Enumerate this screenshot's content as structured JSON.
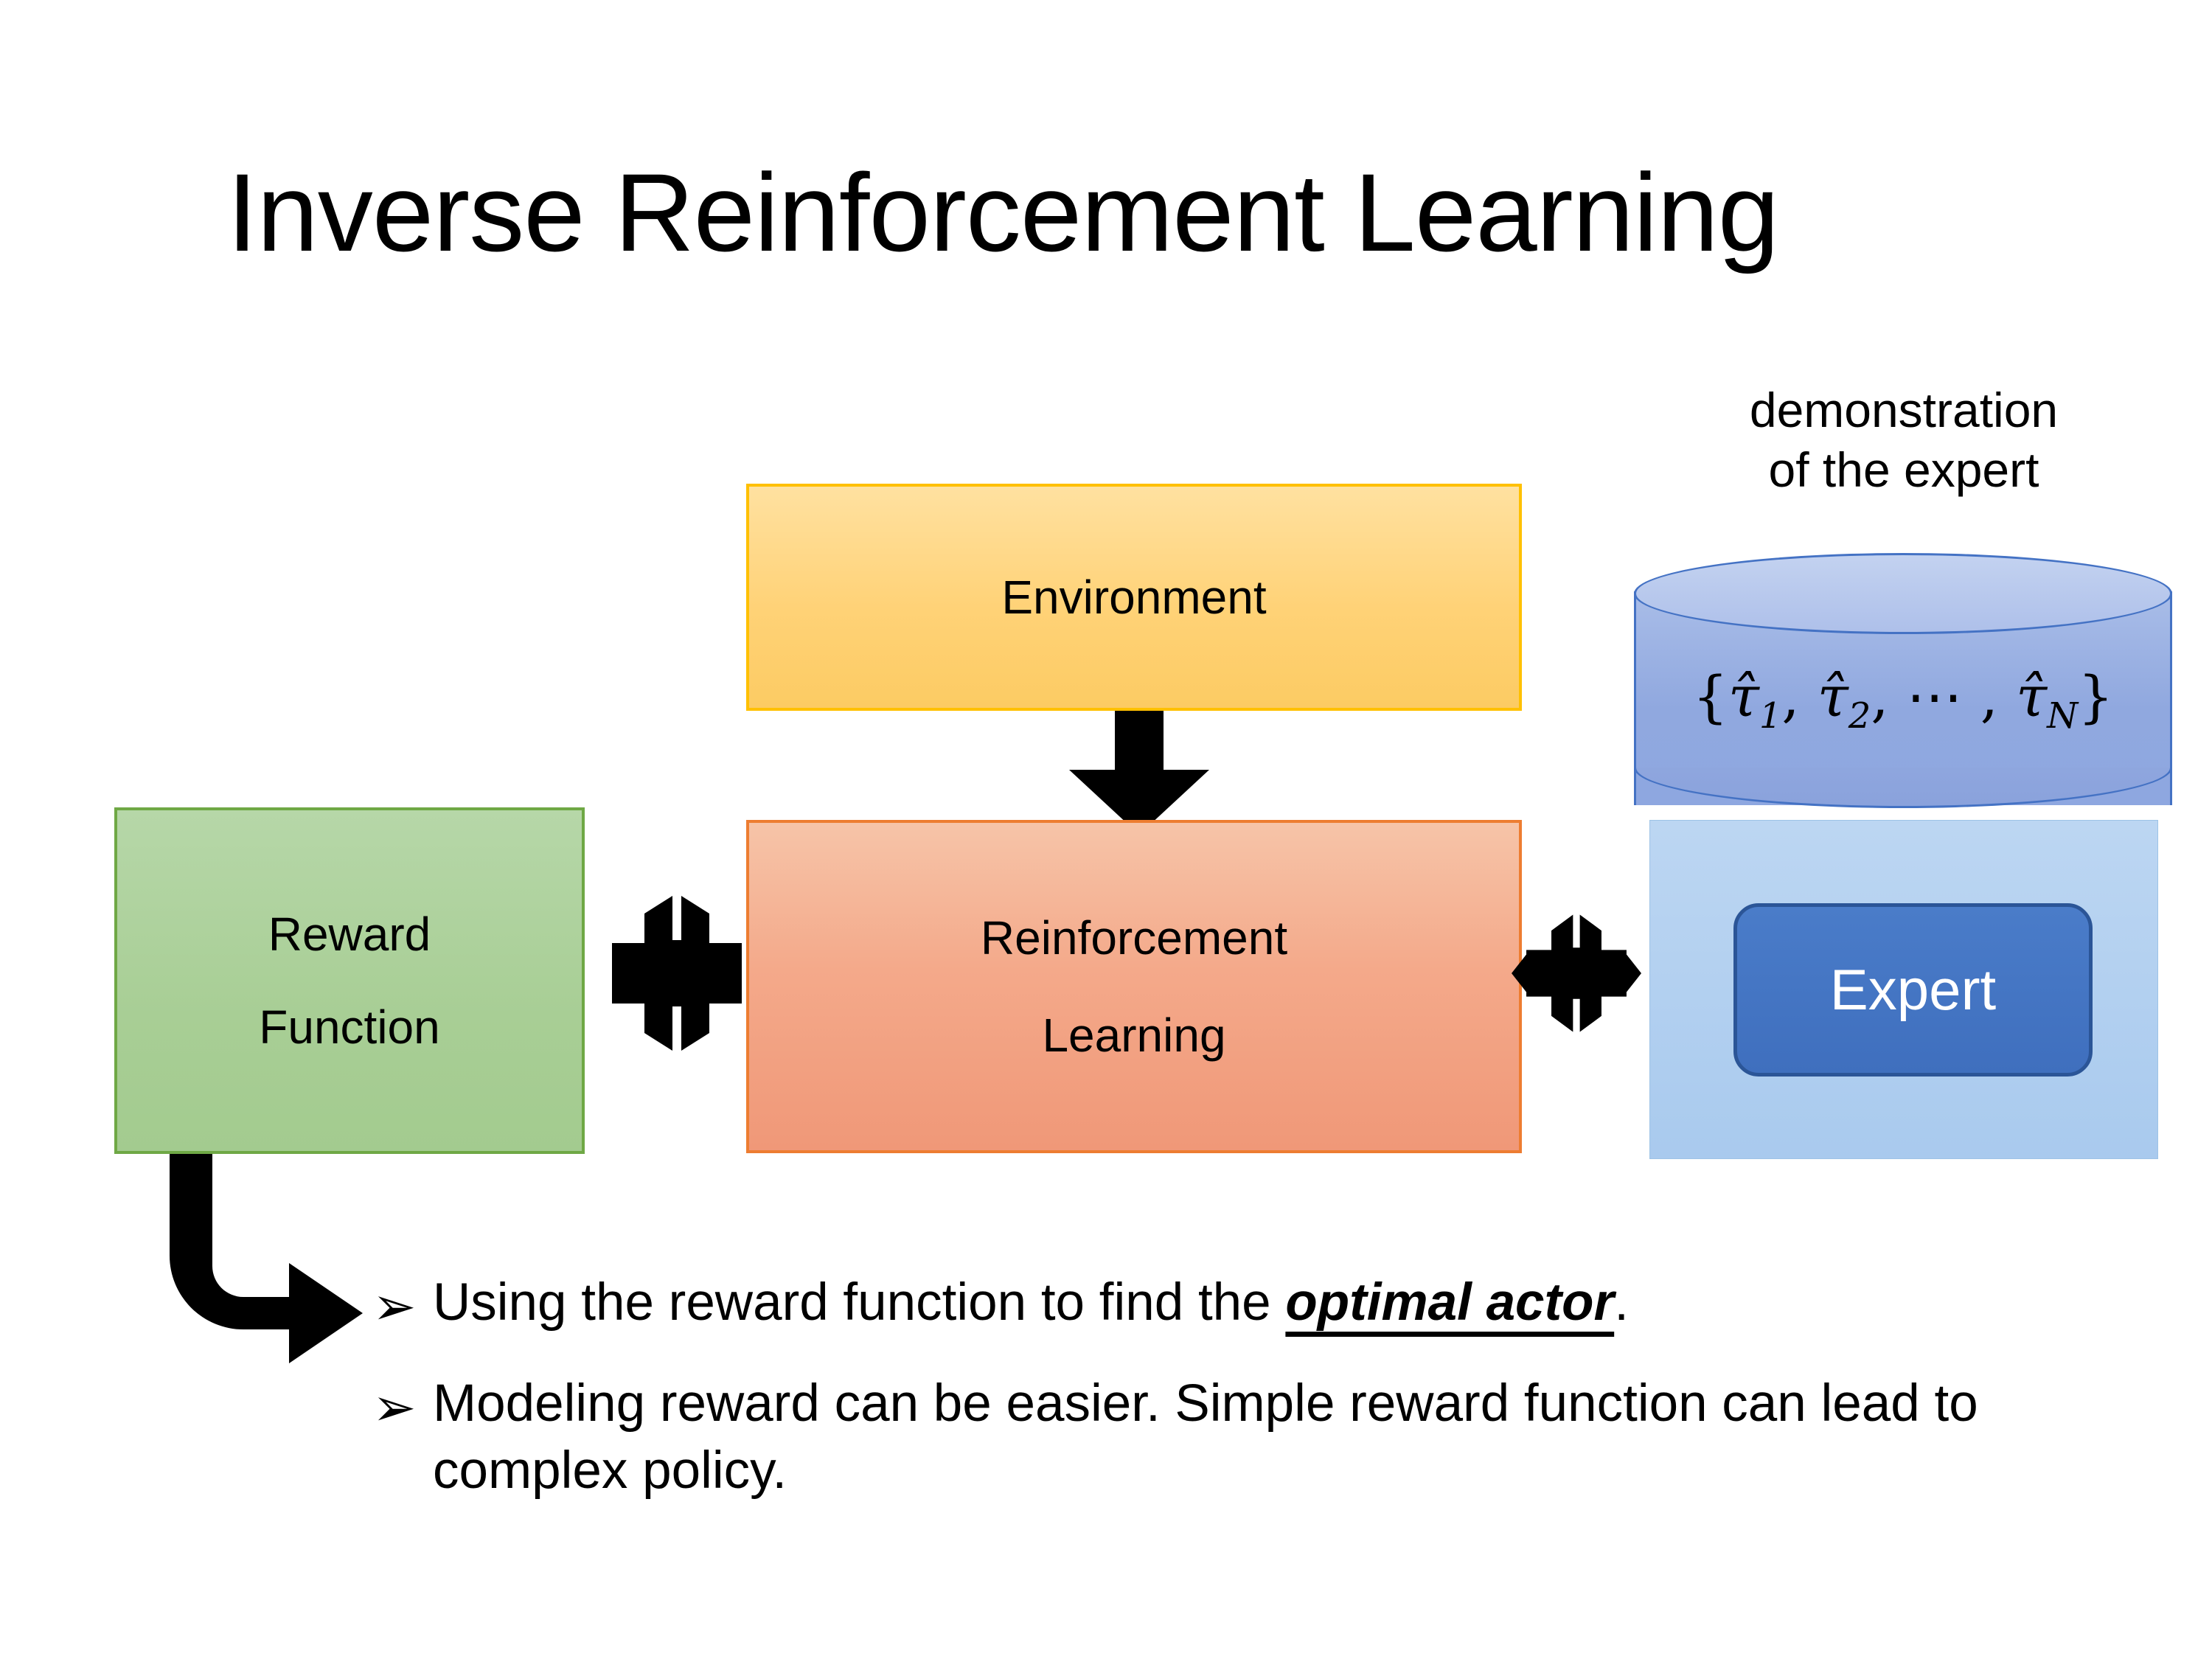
{
  "slide": {
    "title": "Inverse Reinforcement Learning",
    "background": "#FFFFFF"
  },
  "diagram": {
    "nodes": [
      {
        "id": "environment",
        "label": "Environment",
        "shape": "rectangle",
        "fill": "#FFD277",
        "border": "#FFC000"
      },
      {
        "id": "reinforcement-learning",
        "label_line1": "Reinforcement",
        "label_line2": "Learning",
        "shape": "rectangle",
        "fill": "#F4A98A",
        "border": "#ED7D31"
      },
      {
        "id": "reward-function",
        "label_line1": "Reward",
        "label_line2": "Function",
        "shape": "rectangle",
        "fill": "#A8CE95",
        "border": "#6FA845"
      },
      {
        "id": "expert",
        "label": "Expert",
        "shape": "rounded-rectangle",
        "fill": "#3F6FBE",
        "border": "#2B5597",
        "text_color": "#FFFFFF"
      }
    ],
    "demonstration": {
      "caption_line1": "demonstration",
      "caption_line2": "of the expert",
      "cylinder_fill": "#90A8DF",
      "cylinder_border": "#4472C4",
      "panel_fill": "#A9CAEE",
      "formula": {
        "open_brace": "{",
        "terms": [
          {
            "base": "τ̂",
            "sub": "1"
          },
          {
            "base": "τ̂",
            "sub": "2"
          }
        ],
        "ellipsis": "⋯",
        "last_term": {
          "base": "τ̂",
          "sub": "N"
        },
        "close_brace": "}",
        "plain": "{τ̂1, τ̂2, ⋯, τ̂N}"
      }
    },
    "connectors": [
      {
        "id": "environment-to-rl",
        "type": "down-arrow",
        "color": "#000000"
      },
      {
        "id": "reward-function-to-rl",
        "type": "double-headed-quad-arrow",
        "color": "#000000"
      },
      {
        "id": "rl-to-expert",
        "type": "double-headed-quad-arrow",
        "color": "#000000"
      },
      {
        "id": "reward-function-to-notes",
        "type": "elbow-arrow",
        "color": "#000000"
      }
    ]
  },
  "notes": {
    "bullet_marker": "➢",
    "items": [
      {
        "prefix": "Using the reward function to find the ",
        "emphasis": "optimal actor",
        "suffix": "."
      },
      {
        "prefix": "Modeling reward can be easier. Simple reward function can lead to complex policy.",
        "emphasis": "",
        "suffix": ""
      }
    ]
  }
}
